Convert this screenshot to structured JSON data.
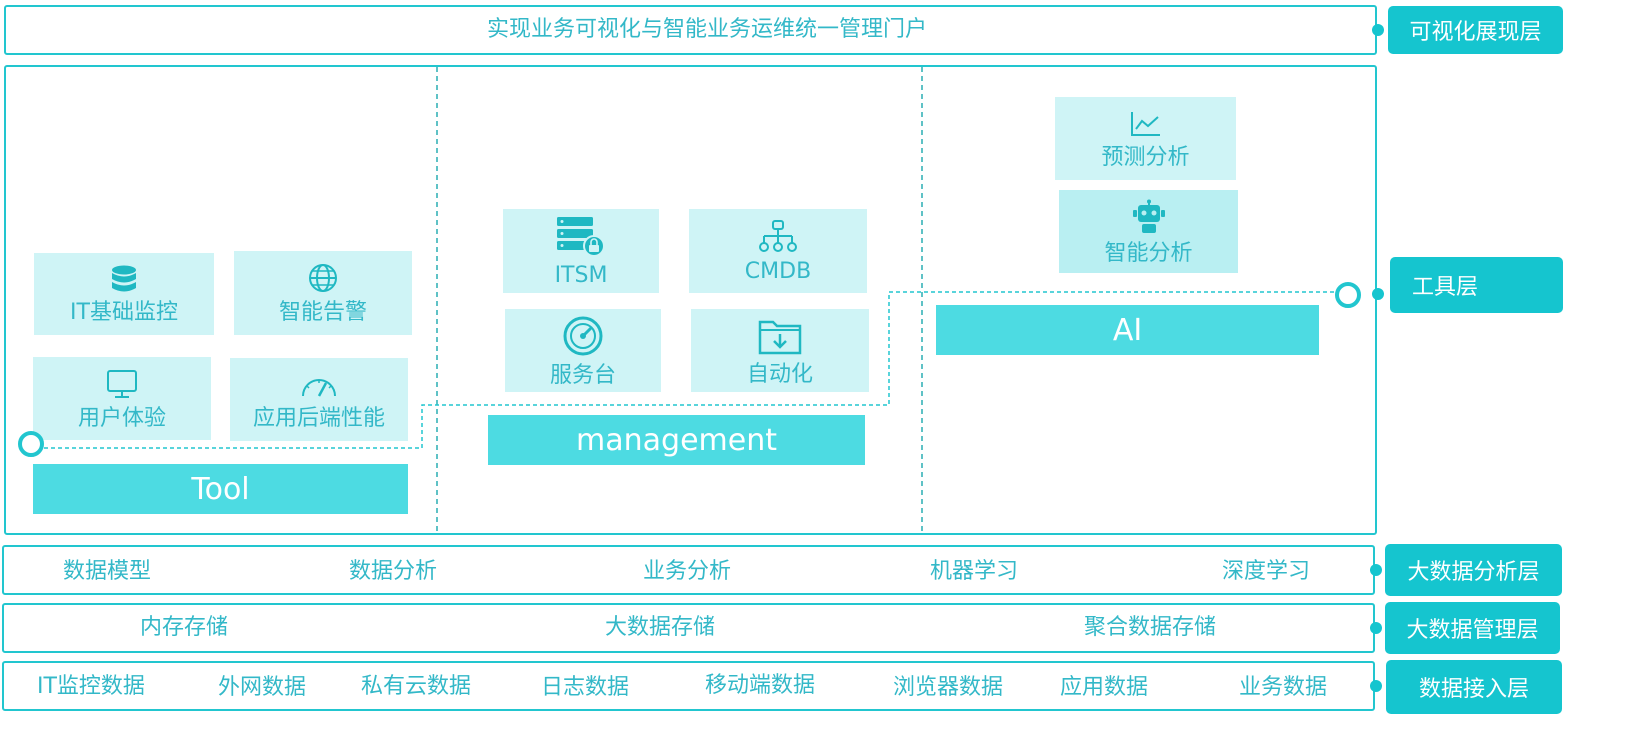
{
  "presentation": {
    "text": "实现业务可视化与智能业务运维统一管理门户"
  },
  "layers": {
    "presentation": "可视化展现层",
    "tool": "工具层",
    "bigdata_analysis": "大数据分析层",
    "bigdata_mgmt": "大数据管理层",
    "data_access": "数据接入层"
  },
  "tool_section": {
    "bar": "Tool",
    "tiles": [
      {
        "label": "IT基础监控",
        "icon": "database-icon"
      },
      {
        "label": "智能告警",
        "icon": "globe-icon"
      },
      {
        "label": "用户体验",
        "icon": "monitor-icon"
      },
      {
        "label": "应用后端性能",
        "icon": "gauge-icon"
      }
    ]
  },
  "management_section": {
    "bar": "management",
    "tiles": [
      {
        "label": "ITSM",
        "icon": "server-lock-icon"
      },
      {
        "label": "CMDB",
        "icon": "hierarchy-icon"
      },
      {
        "label": "服务台",
        "icon": "dial-icon"
      },
      {
        "label": "自动化",
        "icon": "folder-download-icon"
      }
    ]
  },
  "ai_section": {
    "bar": "AI",
    "tiles": [
      {
        "label": "预测分析",
        "icon": "line-chart-icon"
      },
      {
        "label": "智能分析",
        "icon": "robot-icon"
      }
    ]
  },
  "analysis_row": [
    "数据模型",
    "数据分析",
    "业务分析",
    "机器学习",
    "深度学习"
  ],
  "mgmt_row": [
    "内存存储",
    "大数据存储",
    "聚合数据存储"
  ],
  "access_row": [
    "IT监控数据",
    "外网数据",
    "私有云数据",
    "日志数据",
    "移动端数据",
    "浏览器数据",
    "应用数据",
    "业务数据"
  ],
  "colors": {
    "accent": "#15c5cf",
    "border": "#22c6cf",
    "tile": "#cff4f6",
    "bar": "#4ddbe2",
    "text": "#33b8c8"
  }
}
